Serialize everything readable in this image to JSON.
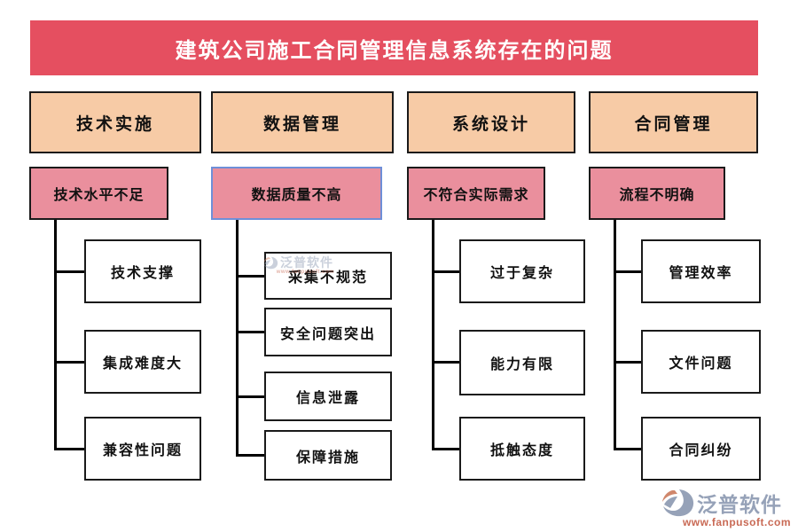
{
  "title": "建筑公司施工合同管理信息系统存在的问题",
  "colors": {
    "banner": "#E54F60",
    "header_fill": "#F7CBA6",
    "sub_fill": "#EA8F9D",
    "selected_border": "#6E8FD8",
    "box_border": "#1a1a1a",
    "line": "#000000"
  },
  "columns": [
    {
      "header": "技术实施",
      "subheader": "技术水平不足",
      "selected": false,
      "children": [
        "技术支撑",
        "集成难度大",
        "兼容性问题"
      ]
    },
    {
      "header": "数据管理",
      "subheader": "数据质量不高",
      "selected": true,
      "children": [
        "采集不规范",
        "安全问题突出",
        "信息泄露",
        "保障措施"
      ]
    },
    {
      "header": "系统设计",
      "subheader": "不符合实际需求",
      "selected": false,
      "children": [
        "过于复杂",
        "能力有限",
        "抵触态度"
      ]
    },
    {
      "header": "合同管理",
      "subheader": "流程不明确",
      "selected": false,
      "children": [
        "管理效率",
        "文件问题",
        "合同纠纷"
      ]
    }
  ],
  "watermark": {
    "brand": "泛普软件",
    "url": "www.fanpusoft.com"
  },
  "logo": {
    "brand": "泛普软件",
    "url": "www.fanpusoft.com"
  }
}
